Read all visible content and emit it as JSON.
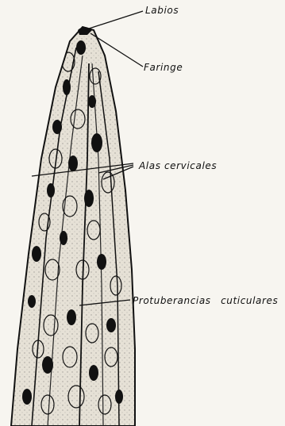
{
  "labels": {
    "labios": "Labios",
    "faringe": "Faringe",
    "alas_cervicales": "Alas cervicales",
    "protuberancias_cuticulares": "Protuberancias cuticulares"
  }
}
